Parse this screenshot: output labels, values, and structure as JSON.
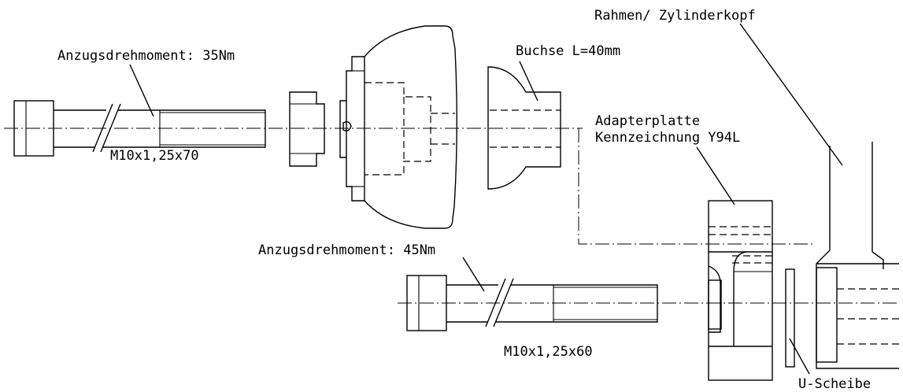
{
  "labels": {
    "torque_top": "Anzugsdrehmoment: 35Nm",
    "bolt_top": "M10x1,25x70",
    "bushing": "Buchse L=40mm",
    "frame": "Rahmen/ Zylinderkopf",
    "adapter_line1": "Adapterplatte",
    "adapter_line2": "Kennzeichnung Y94L",
    "torque_bottom": "Anzugsdrehmoment: 45Nm",
    "bolt_bottom": "M10x1,25x60",
    "washer": "U-Scheibe"
  }
}
